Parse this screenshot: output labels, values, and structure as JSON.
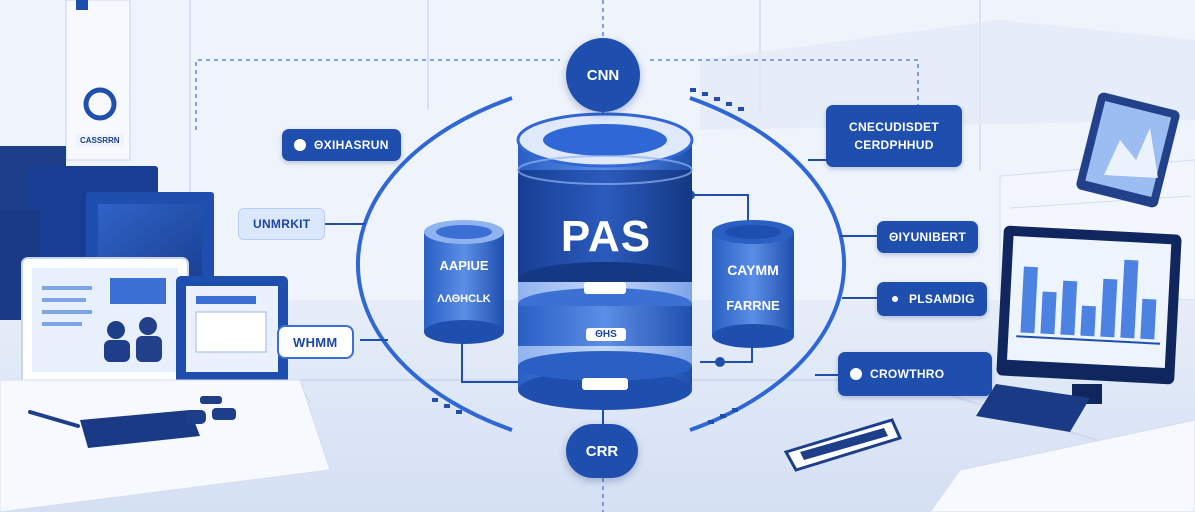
{
  "hub": {
    "title": "PAS",
    "slot_top": "",
    "slot_middle": "ΘHS",
    "slot_bottom": ""
  },
  "nodes": {
    "top": "CNN",
    "bottom": "CRR"
  },
  "left_cylinder": {
    "line1": "AAPIUE",
    "line2": "",
    "line3": "ΛΛΘHCLK"
  },
  "right_cylinder": {
    "line1": "CAYMM",
    "line2": "",
    "line3": "FARRNE"
  },
  "labels_left": [
    {
      "text": "ΘXIHASRUN"
    },
    {
      "text": "UNMRKIT"
    },
    {
      "text": "WHMM"
    }
  ],
  "labels_right": [
    {
      "text": "CNECUDISDET",
      "text2": "CERDPHHUD"
    },
    {
      "text": "ΘIYUNIBERT"
    },
    {
      "text": "PLSAMDIG"
    },
    {
      "text": "CROWTHRO"
    }
  ],
  "server_tag": "CASSRRN",
  "colors": {
    "primary": "#1f4fae",
    "accent": "#3b6fd3",
    "light": "#dbe7fb",
    "background": "#eef2fb"
  }
}
